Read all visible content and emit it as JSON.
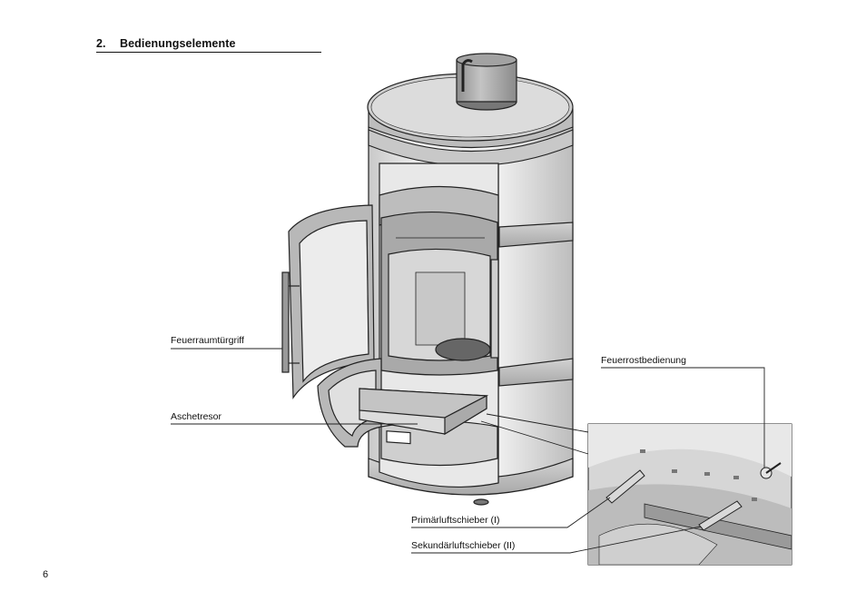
{
  "section": {
    "number": "2.",
    "title": "Bedienungselemente"
  },
  "labels": {
    "door_handle": "Feuerraumtürgriff",
    "ash_box": "Aschetresor",
    "grate_control": "Feuerrostbedienung",
    "primary_air": "Primärluftschieber (I)",
    "secondary_air": "Sekundärluftschieber (II)"
  },
  "page_number": "6"
}
